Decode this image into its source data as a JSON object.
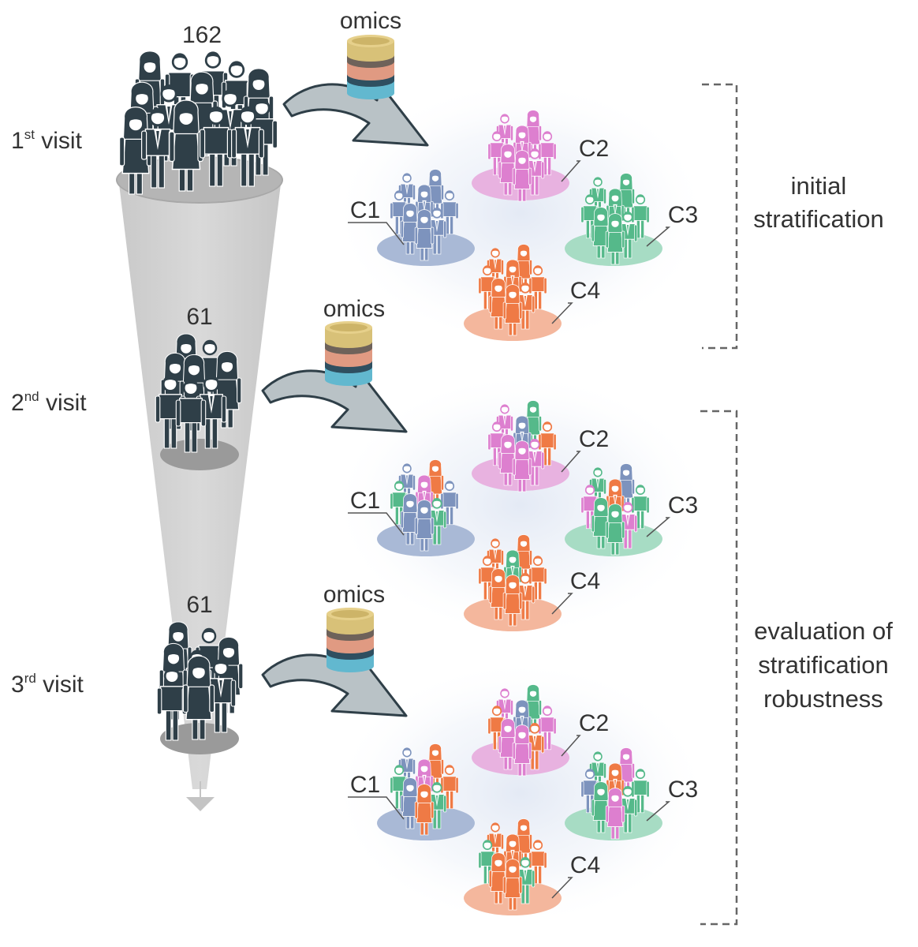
{
  "colors": {
    "dark": "#2f3f48",
    "funnel": "#cfcfcf",
    "funnel_edge": "#b8b8b8",
    "arrow_fill": "#b9c2c6",
    "arrow_edge": "#2f3f48",
    "db_top": "#d8c178",
    "db_layer2": "#6e625a",
    "db_layer3": "#e09a82",
    "db_layer4": "#2f4f60",
    "db_bottom": "#62b8cf",
    "c1": "#7d93bd",
    "c2": "#dd7fcf",
    "c3": "#55b98a",
    "c4": "#ef7a45",
    "c1_ellipse": "#a9b9d6",
    "c2_ellipse": "#e8b2e0",
    "c3_ellipse": "#a7dcc4",
    "c4_ellipse": "#f4b79d",
    "bracket": "#666666"
  },
  "visits": [
    {
      "prefix": "1",
      "sup": "st",
      "suffix": " visit",
      "count": "162"
    },
    {
      "prefix": "2",
      "sup": "nd",
      "suffix": " visit",
      "count": "61"
    },
    {
      "prefix": "3",
      "sup": "rd",
      "suffix": " visit",
      "count": "61"
    }
  ],
  "omics_label": "omics",
  "cluster_labels": [
    "C1",
    "C2",
    "C3",
    "C4"
  ],
  "brackets": {
    "initial": [
      "initial",
      "stratification"
    ],
    "evaluation": [
      "evaluation of",
      "stratification",
      "robustness"
    ]
  },
  "cluster_composition": {
    "visit1": {
      "C1": [
        "c1"
      ],
      "C2": [
        "c2"
      ],
      "C3": [
        "c3"
      ],
      "C4": [
        "c4"
      ]
    },
    "visit2": {
      "C1": [
        "c1",
        "c4",
        "c3",
        "c2",
        "c1",
        "c1",
        "c3",
        "c1"
      ],
      "C2": [
        "c2",
        "c3",
        "c2",
        "c1",
        "c4",
        "c2",
        "c2",
        "c2"
      ],
      "C3": [
        "c3",
        "c1",
        "c2",
        "c4",
        "c3",
        "c3",
        "c2",
        "c3"
      ],
      "C4": [
        "c4",
        "c4",
        "c4",
        "c3",
        "c4",
        "c4",
        "c4",
        "c4"
      ]
    },
    "visit3": {
      "C1": [
        "c1",
        "c4",
        "c3",
        "c2",
        "c4",
        "c1",
        "c3",
        "c4"
      ],
      "C2": [
        "c2",
        "c3",
        "c4",
        "c1",
        "c2",
        "c2",
        "c4",
        "c2"
      ],
      "C3": [
        "c3",
        "c2",
        "c1",
        "c4",
        "c3",
        "c3",
        "c3",
        "c2"
      ],
      "C4": [
        "c4",
        "c4",
        "c3",
        "c4",
        "c4",
        "c4",
        "c3",
        "c4"
      ]
    }
  }
}
